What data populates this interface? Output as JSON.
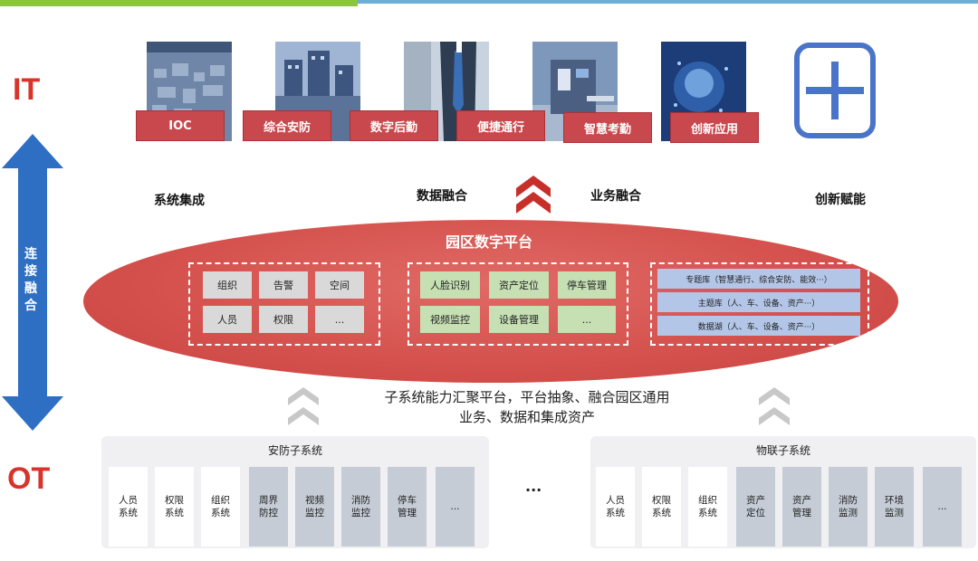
{
  "side_labels": {
    "it": "IT",
    "ot": "OT",
    "arrow_chars": [
      "连",
      "接",
      "融",
      "合"
    ]
  },
  "apps": [
    {
      "label": "IOC",
      "icon": "city-aerial-image"
    },
    {
      "label": "综合安防",
      "icon": "building-campus-image"
    },
    {
      "label": "数字后勤",
      "icon": "businessman-image"
    },
    {
      "label": "便捷通行",
      "icon": "gate-access-image"
    },
    {
      "label": "智慧考勤",
      "icon": "attendance-device-image"
    },
    {
      "label": "创新应用",
      "icon": "ai-head-image"
    }
  ],
  "plus_icon": "plus-icon",
  "captions": {
    "c1": "系统集成",
    "c2": "数据融合",
    "c3": "业务融合",
    "c4": "创新赋能"
  },
  "platform": {
    "title": "园区数字平台",
    "group_gray": [
      "组织",
      "告警",
      "空间",
      "人员",
      "权限",
      "..."
    ],
    "group_green": [
      "人脸识别",
      "资产定位",
      "停车管理",
      "视频监控",
      "设备管理",
      "..."
    ],
    "group_blue": [
      "专题库（智慧通行、综合安防、能效···）",
      "主题库（人、车、设备、资产···）",
      "数据湖（人、车、设备、资产···）"
    ]
  },
  "description": {
    "line1": "子系统能力汇聚平台，平台抽象、融合园区通用",
    "line2": "业务、数据和集成资产"
  },
  "security_subsystem": {
    "title": "安防子系统",
    "items": [
      {
        "label": "人员系统",
        "style": "white"
      },
      {
        "label": "权限系统",
        "style": "white"
      },
      {
        "label": "组织系统",
        "style": "white"
      },
      {
        "label": "周界防控",
        "style": "gray"
      },
      {
        "label": "视频监控",
        "style": "gray"
      },
      {
        "label": "消防监控",
        "style": "gray"
      },
      {
        "label": "停车管理",
        "style": "gray"
      },
      {
        "label": "...",
        "style": "gray"
      }
    ]
  },
  "middle_ellipsis": "...",
  "iot_subsystem": {
    "title": "物联子系统",
    "items": [
      {
        "label": "人员系统",
        "style": "white"
      },
      {
        "label": "权限系统",
        "style": "white"
      },
      {
        "label": "组织系统",
        "style": "white"
      },
      {
        "label": "资产定位",
        "style": "gray"
      },
      {
        "label": "资产管理",
        "style": "gray"
      },
      {
        "label": "消防监测",
        "style": "gray"
      },
      {
        "label": "环境监测",
        "style": "gray"
      },
      {
        "label": "...",
        "style": "gray"
      }
    ]
  },
  "colors": {
    "accent_red": "#d9342b",
    "ellipse": "#d4504c",
    "arrow_blue": "#2e6fc4",
    "tag_red": "#c9484d"
  }
}
